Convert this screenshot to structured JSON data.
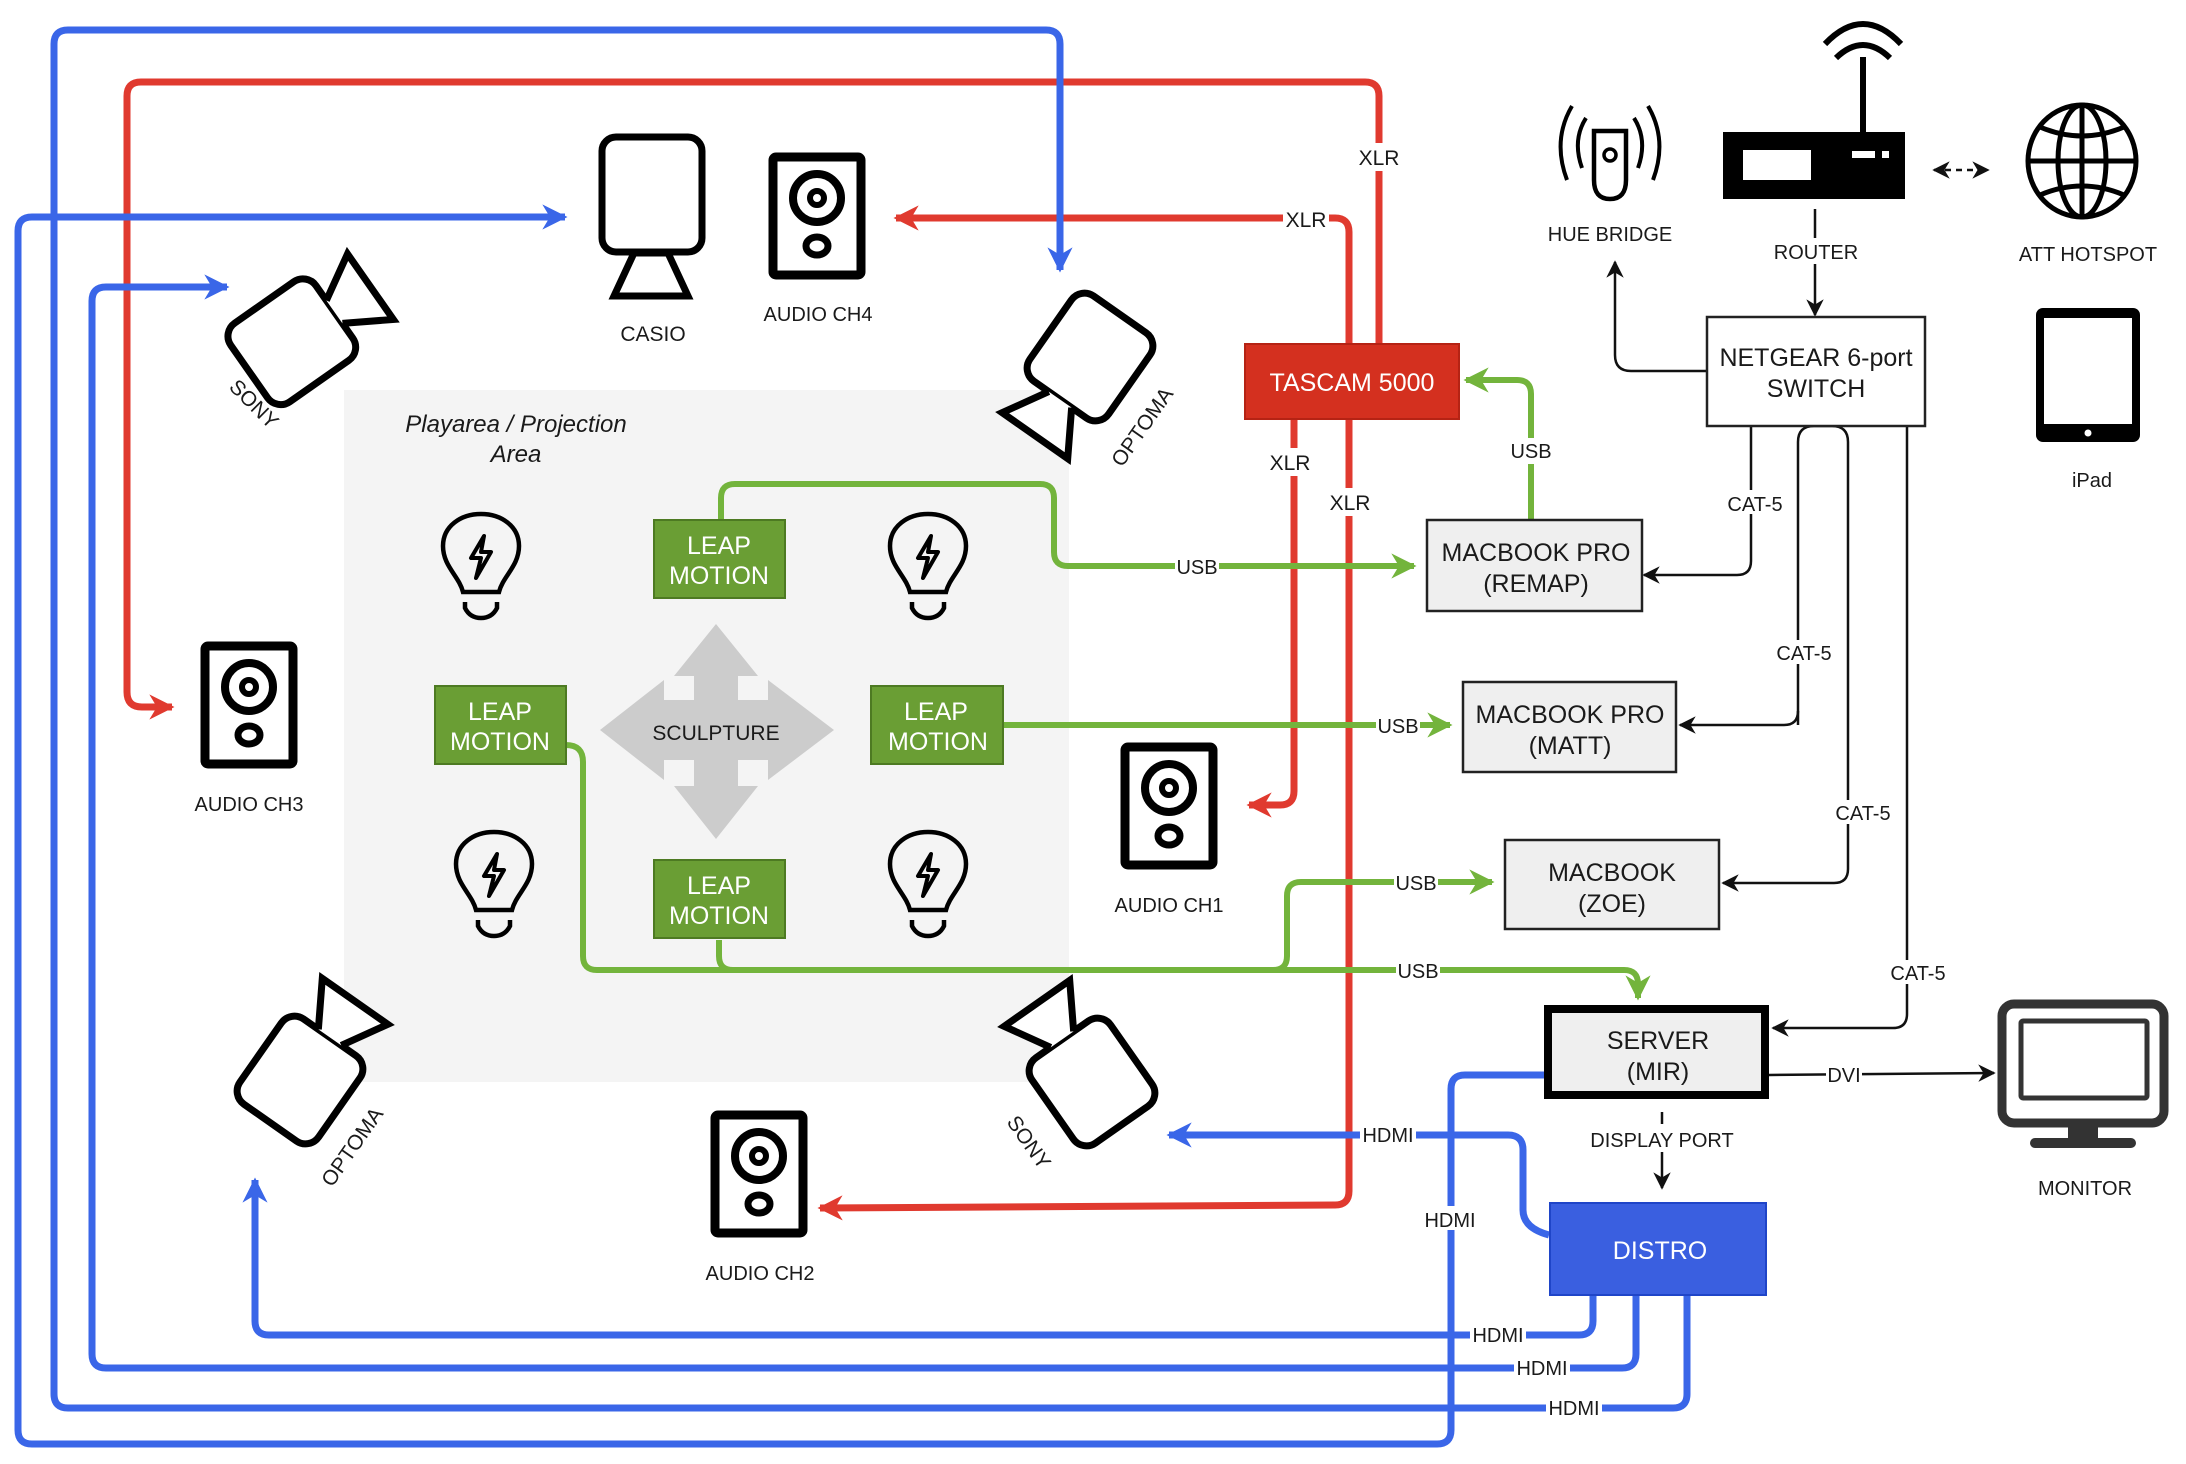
{
  "colors": {
    "xlr": "#e03a2f",
    "hdmi": "#3a66e8",
    "usb": "#73b43c",
    "ethernet": "#111111",
    "tascam_fill": "#d4301f",
    "leap_fill": "#6a9e34",
    "distro_fill": "#3a5fe0",
    "computer_fill": "#efefef",
    "play_area_fill": "#f4f4f4",
    "sculpture_fill": "#cccccc"
  },
  "play_area": {
    "title_line1": "Playarea /  Projection",
    "title_line2": "Area",
    "sculpture_label": "SCULPTURE",
    "leap_motion": [
      {
        "line1": "LEAP",
        "line2": "MOTION"
      },
      {
        "line1": "LEAP",
        "line2": "MOTION"
      },
      {
        "line1": "LEAP",
        "line2": "MOTION"
      },
      {
        "line1": "LEAP",
        "line2": "MOTION"
      }
    ],
    "lights": [
      "hue-bulb",
      "hue-bulb",
      "hue-bulb",
      "hue-bulb"
    ]
  },
  "projectors": [
    {
      "label": "CASIO",
      "icon": "projector-icon"
    },
    {
      "label": "OPTOMA",
      "icon": "camera-projector-icon"
    },
    {
      "label": "OPTOMA",
      "icon": "camera-projector-icon"
    }
  ],
  "cameras": [
    {
      "label": "SONY",
      "icon": "video-camera-icon"
    },
    {
      "label": "SONY",
      "icon": "video-camera-icon"
    }
  ],
  "speakers": [
    {
      "label": "AUDIO CH1"
    },
    {
      "label": "AUDIO CH2"
    },
    {
      "label": "AUDIO CH3"
    },
    {
      "label": "AUDIO CH4"
    }
  ],
  "devices": {
    "tascam": "TASCAM 5000",
    "macbook_remap": {
      "line1": "MACBOOK PRO",
      "line2": "(REMAP)"
    },
    "macbook_matt": {
      "line1": "MACBOOK PRO",
      "line2": "(MATT)"
    },
    "macbook_zoe": {
      "line1": "MACBOOK",
      "line2": "(ZOE)"
    },
    "server": {
      "line1": "SERVER",
      "line2": "(MIR)"
    },
    "distro": "DISTRO",
    "switch": {
      "line1": "NETGEAR 6-port",
      "line2": "SWITCH"
    },
    "router": "ROUTER",
    "hue_bridge": "HUE BRIDGE",
    "hotspot": "ATT HOTSPOT",
    "ipad": "iPad",
    "monitor": "MONITOR"
  },
  "cable_labels": {
    "xlr": "XLR",
    "usb": "USB",
    "hdmi": "HDMI",
    "cat5": "CAT-5",
    "dvi": "DVI",
    "display_port": "DISPLAY PORT"
  }
}
